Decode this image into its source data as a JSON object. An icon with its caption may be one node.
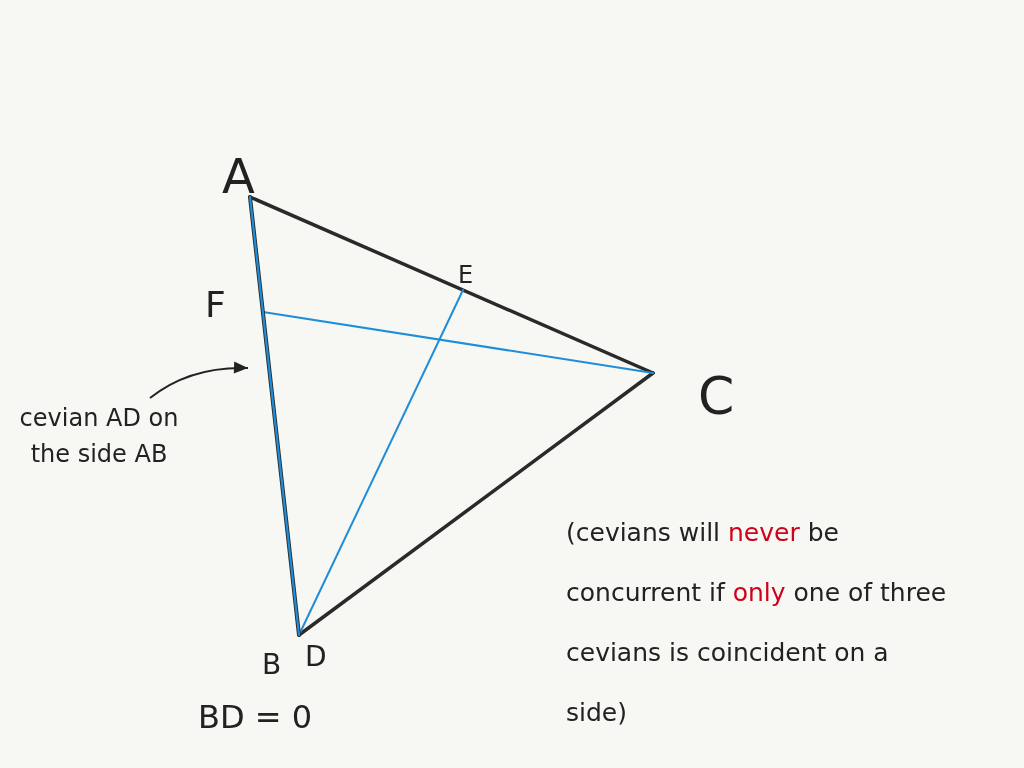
{
  "diagram": {
    "nodes": [
      {
        "text": [
          "cevian AD on the side AB"
        ]
      },
      {
        "text": [],
        "shape": "line"
      }
    ],
    "edges": [
      {
        "from": 0,
        "to": 1,
        "arrow": "to"
      }
    ],
    "labels": [
      "A",
      "E",
      "F",
      "C",
      "(cevians will *never* be concurrent if *only* one of three cevians is coincident on a side)",
      "B",
      "D",
      "BD = 0"
    ]
  }
}
